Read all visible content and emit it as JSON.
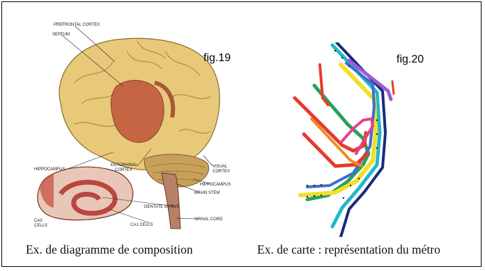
{
  "figures": {
    "left": {
      "label": "fig.19",
      "caption": "Ex. de diagramme de composition",
      "annotations": {
        "prefrontal": "PREFRONTAL CORTEX",
        "septum": "SEPTUM",
        "hippocampus_left": "HIPPOCAMPUS",
        "entorhinal_1": "ENTORHINAL",
        "entorhinal_2": "CORTEX",
        "visual_1": "VISUAL",
        "visual_2": "CORTEX",
        "hippocampus_right": "HIPPOCAMPUS",
        "brain_stem": "BRAIN STEM",
        "dentate": "DENTATE GYRUS",
        "spinal": "SPINAL CORD",
        "ca3_1": "CA3",
        "ca3_2": "CELLS",
        "ca1": "CA1 CELLS"
      }
    },
    "right": {
      "label": "fig.20",
      "caption": "Ex. de carte : représentation du métro"
    }
  },
  "colors": {
    "brain": "#e8c97a",
    "brain_shadow": "#c79a4a",
    "limbic": "#c0543a",
    "metro_lines": [
      "#e63a2e",
      "#2aa05b",
      "#f0e02a",
      "#3b6fd0",
      "#9b5bd6",
      "#e4418f",
      "#22b8c8",
      "#1a2a7a",
      "#f08a24"
    ]
  }
}
